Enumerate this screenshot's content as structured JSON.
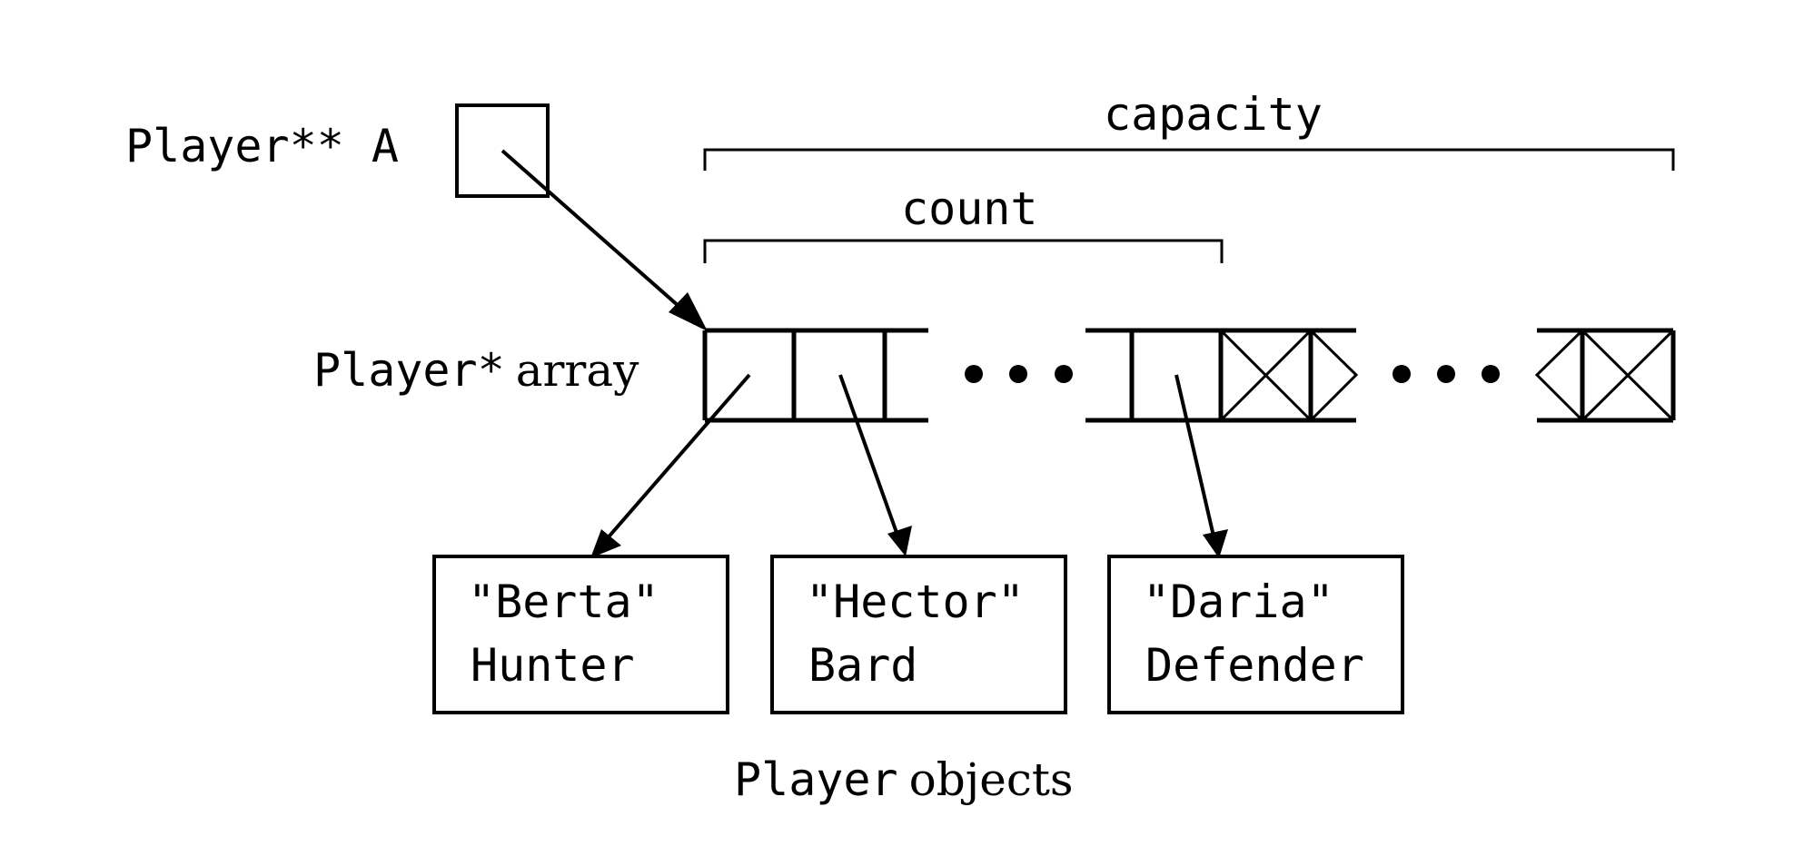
{
  "pointer_label": {
    "type": "Player** A"
  },
  "capacity_label": "capacity",
  "count_label": "count",
  "array_label": {
    "type": "Player*",
    "word": "array"
  },
  "objects": [
    {
      "name": "\"Berta\"",
      "role": "Hunter"
    },
    {
      "name": "\"Hector\"",
      "role": "Bard"
    },
    {
      "name": "\"Daria\"",
      "role": "Defender"
    }
  ],
  "objects_caption": {
    "type": "Player",
    "word": "objects"
  }
}
